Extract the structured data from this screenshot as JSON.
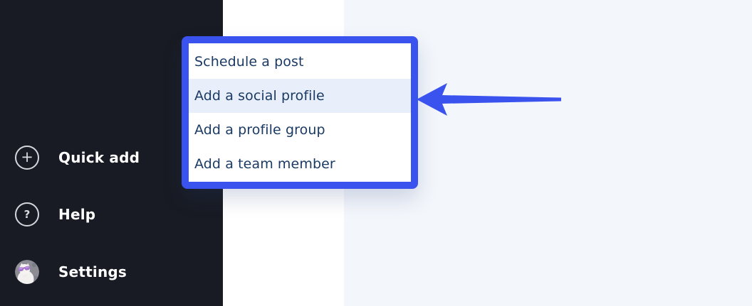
{
  "sidebar": {
    "items": [
      {
        "label": "Quick add",
        "icon": "plus-circle-icon",
        "icon_glyph": "+"
      },
      {
        "label": "Help",
        "icon": "question-circle-icon",
        "icon_glyph": "?"
      },
      {
        "label": "Settings",
        "icon": "user-avatar"
      }
    ]
  },
  "menu": {
    "items": [
      {
        "label": "Schedule a post",
        "highlighted": false
      },
      {
        "label": "Add a social profile",
        "highlighted": true
      },
      {
        "label": "Add a profile group",
        "highlighted": false
      },
      {
        "label": "Add a team member",
        "highlighted": false
      }
    ],
    "highlighted_item": "Add a social profile"
  },
  "annotation": {
    "type": "left-pointing-arrow",
    "points_to": "Add a social profile"
  },
  "colors": {
    "accent_blue": "#3b53ee",
    "sidebar_bg": "#181b23",
    "menu_text": "#1a3a64",
    "highlight_row_bg": "#e9effa",
    "main_bg": "#f3f6fb",
    "white_panel": "#ffffff"
  }
}
